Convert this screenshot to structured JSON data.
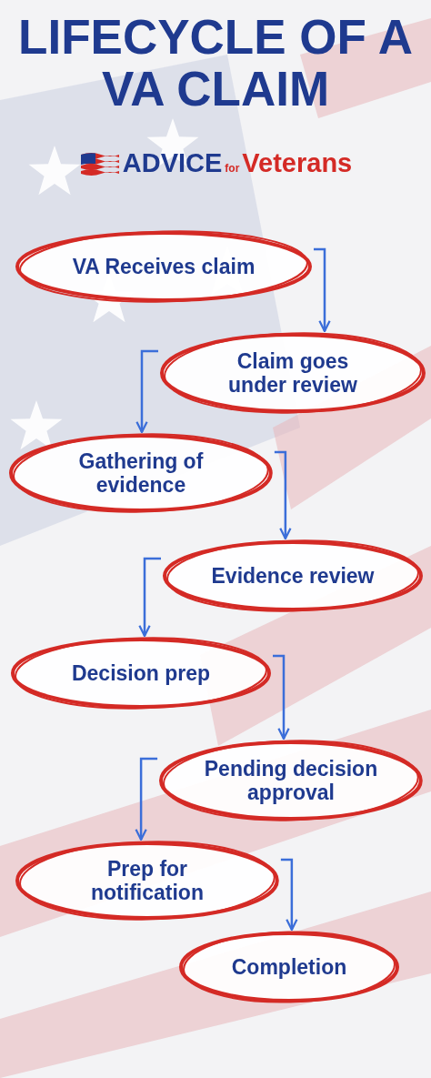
{
  "diagram": {
    "title": "LIFECYCLE OF A VA CLAIM",
    "nodes": [
      {
        "text": [
          "VA Receives claim"
        ]
      },
      {
        "text": [
          "Claim goes under review"
        ]
      },
      {
        "text": [
          "Gathering of evidence"
        ]
      },
      {
        "text": [
          "Evidence review"
        ]
      },
      {
        "text": [
          "Decision prep"
        ]
      },
      {
        "text": [
          "Pending decision approval"
        ]
      },
      {
        "text": [
          "Prep for notification"
        ]
      },
      {
        "text": [
          "Completion"
        ]
      }
    ],
    "edges": [
      {
        "from": 0,
        "to": 1,
        "arrow": "to"
      },
      {
        "from": 1,
        "to": 2,
        "arrow": "to"
      },
      {
        "from": 2,
        "to": 3,
        "arrow": "to"
      },
      {
        "from": 3,
        "to": 4,
        "arrow": "to"
      },
      {
        "from": 4,
        "to": 5,
        "arrow": "to"
      },
      {
        "from": 5,
        "to": 6,
        "arrow": "to"
      },
      {
        "from": 6,
        "to": 7,
        "arrow": "to"
      }
    ],
    "labels": [
      "ADVICE",
      "for",
      "Veterans"
    ]
  }
}
